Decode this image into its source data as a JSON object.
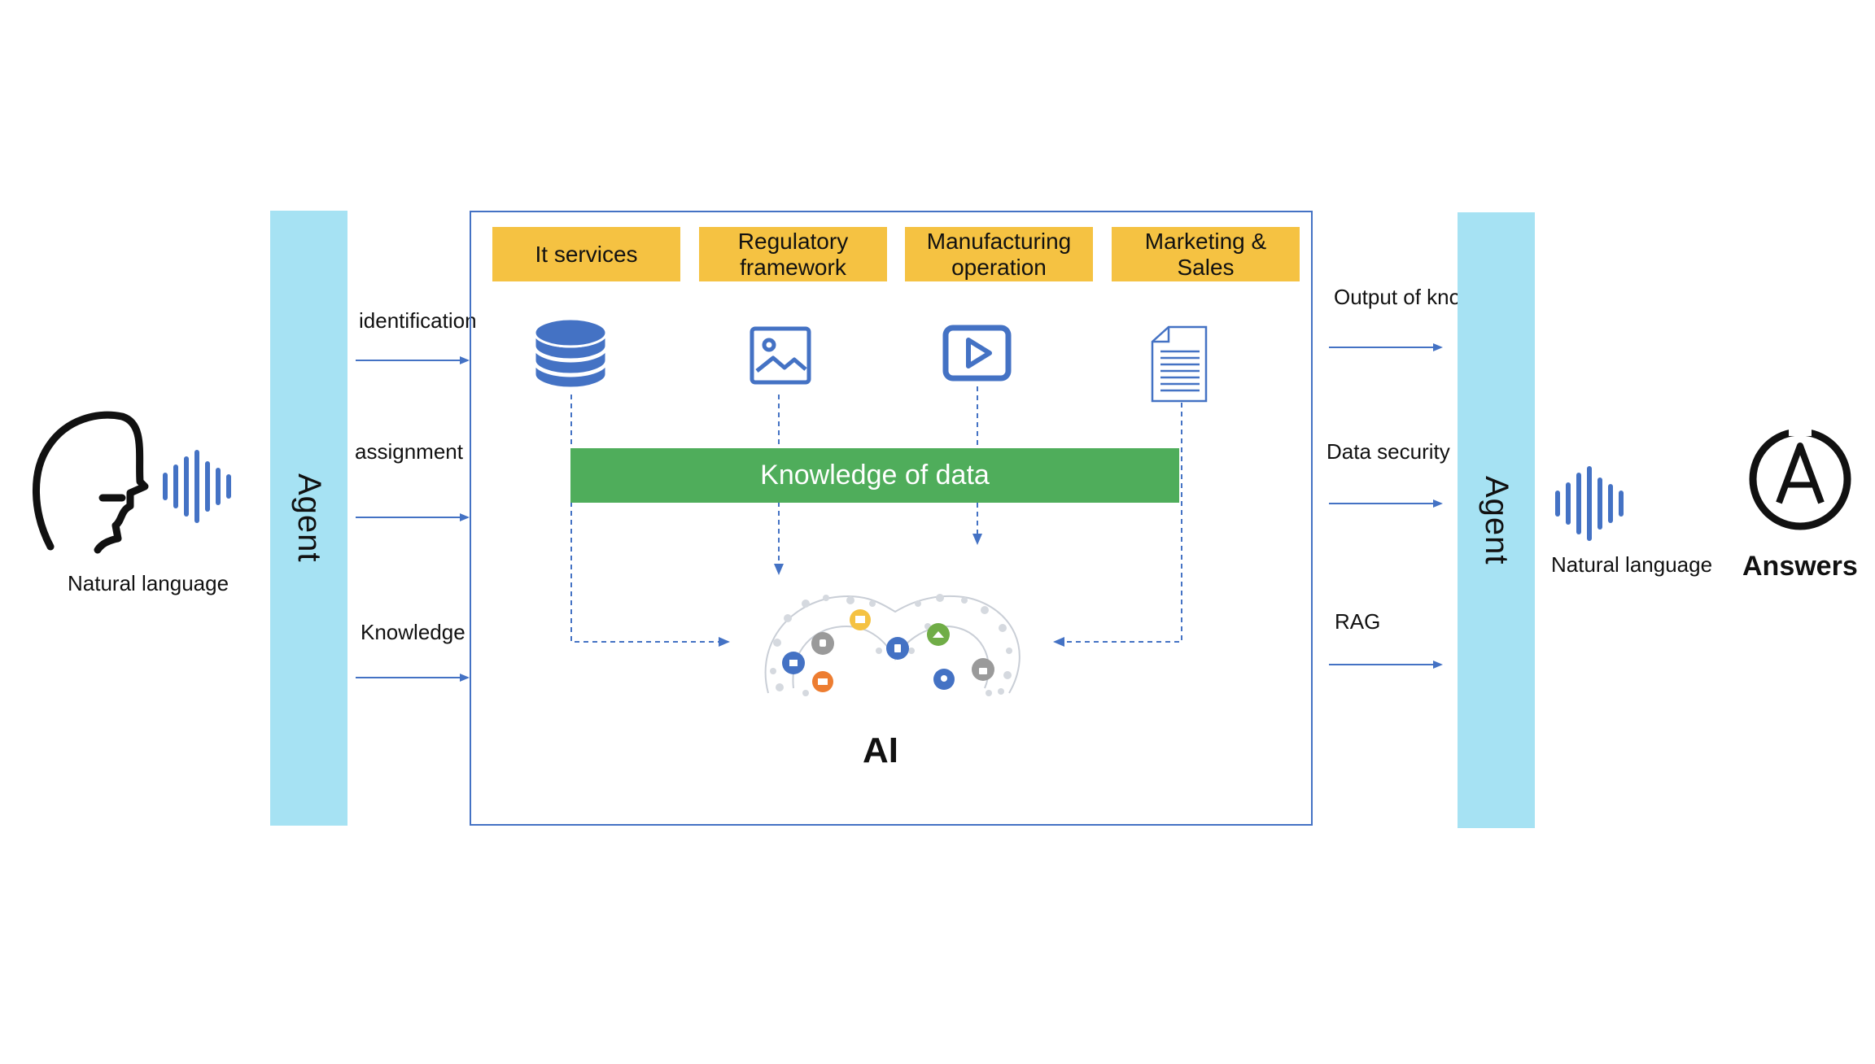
{
  "left": {
    "natural_language": "Natural language",
    "agent": "Agent",
    "arrows": [
      {
        "label": "identification"
      },
      {
        "label": "assignment"
      },
      {
        "label": "Knowledge"
      }
    ]
  },
  "center": {
    "categories": [
      {
        "label": "It services",
        "icon": "database-icon"
      },
      {
        "label": "Regulatory\nframework",
        "icon": "image-icon"
      },
      {
        "label": "Manufacturing\noperation",
        "icon": "video-play-icon"
      },
      {
        "label": "Marketing &\nSales",
        "icon": "document-icon"
      }
    ],
    "knowledge_bar": "Knowledge of data",
    "ai_label": "AI"
  },
  "right": {
    "agent": "Agent",
    "arrows": [
      {
        "label": "Output of knowledge"
      },
      {
        "label": "Data security"
      },
      {
        "label": "RAG"
      }
    ],
    "natural_language": "Natural language",
    "answers": "Answers"
  },
  "colors": {
    "agent_bar": "#a6e2f3",
    "category_fill": "#f5c242",
    "knowledge_bar": "#4fad5b",
    "arrow_blue": "#4472c4",
    "icon_blue": "#4472c4"
  }
}
